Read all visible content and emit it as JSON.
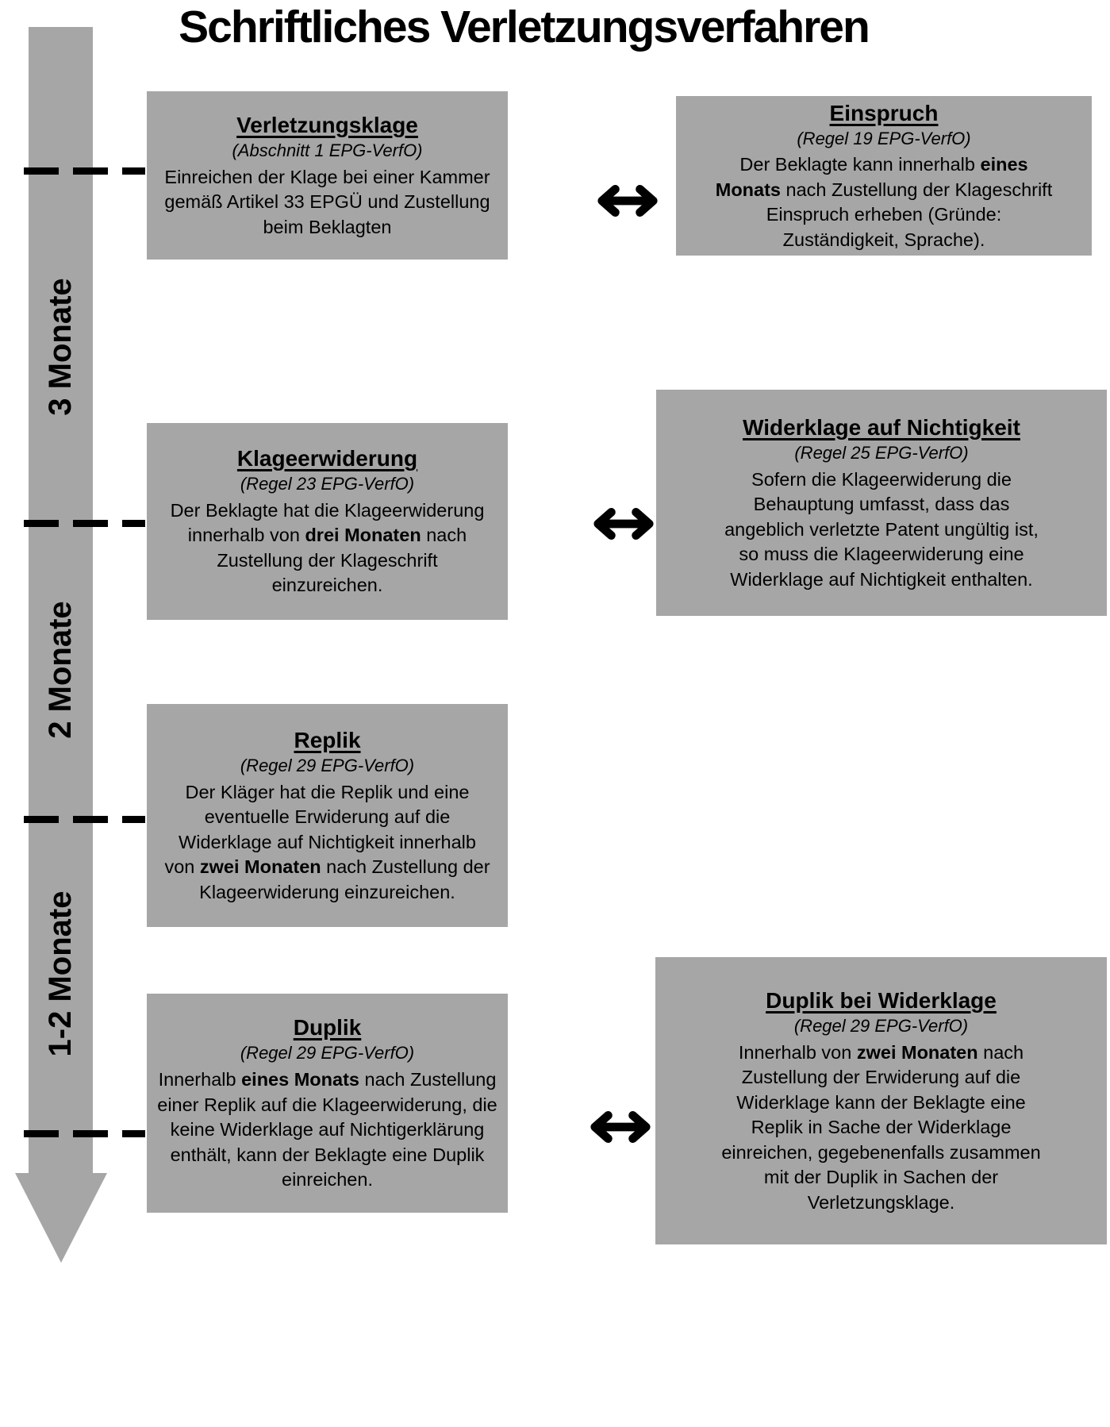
{
  "title": "Schriftliches Verletzungsverfahren",
  "colors": {
    "box_gray": "#a6a6a6",
    "text_black": "#000000",
    "background": "#ffffff"
  },
  "icons": {
    "double_arrow_glyph": "↔",
    "timeline_arrow_direction": "down"
  },
  "timeline": {
    "labels": [
      "3 Monate",
      "2 Monate",
      "1-2 Monate"
    ]
  },
  "boxes": {
    "verletzungsklage": {
      "title": "Verletzungsklage",
      "rule": "(Abschnitt 1 EPG-VerfO)",
      "body": [
        {
          "t": "Einreichen der Klage bei einer Kammer"
        },
        {
          "br": true
        },
        {
          "t": "gemäß Artikel 33 EPGÜ und Zustellung"
        },
        {
          "br": true
        },
        {
          "t": "beim Beklagten"
        }
      ]
    },
    "einspruch": {
      "title": "Einspruch",
      "rule": "(Regel 19 EPG-VerfO)",
      "body": [
        {
          "t": "Der Beklagte kann innerhalb "
        },
        {
          "t": "eines",
          "b": true
        },
        {
          "br": true
        },
        {
          "t": "Monats",
          "b": true
        },
        {
          "t": " nach Zustellung der Klageschrift"
        },
        {
          "br": true
        },
        {
          "t": "Einspruch erheben (Gründe:"
        },
        {
          "br": true
        },
        {
          "t": "Zuständigkeit, Sprache)."
        }
      ]
    },
    "klageerwiderung": {
      "title": "Klageerwiderung",
      "rule": "(Regel 23 EPG-VerfO)",
      "body": [
        {
          "t": "Der Beklagte hat die Klageerwiderung"
        },
        {
          "br": true
        },
        {
          "t": "innerhalb von "
        },
        {
          "t": "drei Monaten",
          "b": true
        },
        {
          "t": " nach"
        },
        {
          "br": true
        },
        {
          "t": "Zustellung der Klageschrift"
        },
        {
          "br": true
        },
        {
          "t": "einzureichen."
        }
      ]
    },
    "widerklage_nichtigkeit": {
      "title": "Widerklage auf Nichtigkeit",
      "rule": "(Regel 25 EPG-VerfO)",
      "body": [
        {
          "t": "Sofern die Klageerwiderung die"
        },
        {
          "br": true
        },
        {
          "t": "Behauptung umfasst, dass das"
        },
        {
          "br": true
        },
        {
          "t": "angeblich verletzte Patent ungültig ist,"
        },
        {
          "br": true
        },
        {
          "t": "so muss die Klageerwiderung eine"
        },
        {
          "br": true
        },
        {
          "t": "Widerklage auf Nichtigkeit enthalten."
        }
      ]
    },
    "replik": {
      "title": "Replik",
      "rule": "(Regel 29 EPG-VerfO)",
      "body": [
        {
          "t": "Der Kläger hat die Replik und eine"
        },
        {
          "br": true
        },
        {
          "t": "eventuelle Erwiderung auf die"
        },
        {
          "br": true
        },
        {
          "t": "Widerklage auf Nichtigkeit innerhalb"
        },
        {
          "br": true
        },
        {
          "t": "von "
        },
        {
          "t": "zwei Monaten",
          "b": true
        },
        {
          "t": " nach Zustellung der"
        },
        {
          "br": true
        },
        {
          "t": "Klageerwiderung einzureichen."
        }
      ]
    },
    "duplik": {
      "title": "Duplik",
      "rule": "(Regel 29 EPG-VerfO)",
      "body": [
        {
          "t": "Innerhalb "
        },
        {
          "t": "eines Monats",
          "b": true
        },
        {
          "t": " nach Zustellung"
        },
        {
          "br": true
        },
        {
          "t": "einer Replik auf die Klageerwiderung, die"
        },
        {
          "br": true
        },
        {
          "t": "keine Widerklage auf Nichtigerklärung"
        },
        {
          "br": true
        },
        {
          "t": "enthält, kann der Beklagte eine Duplik"
        },
        {
          "br": true
        },
        {
          "t": "einreichen."
        }
      ]
    },
    "duplik_bei_widerklage": {
      "title": "Duplik bei Widerklage",
      "rule": "(Regel 29 EPG-VerfO)",
      "body": [
        {
          "t": "Innerhalb von "
        },
        {
          "t": "zwei Monaten",
          "b": true
        },
        {
          "t": " nach"
        },
        {
          "br": true
        },
        {
          "t": "Zustellung der Erwiderung auf die"
        },
        {
          "br": true
        },
        {
          "t": "Widerklage kann der Beklagte eine"
        },
        {
          "br": true
        },
        {
          "t": "Replik in Sache der Widerklage"
        },
        {
          "br": true
        },
        {
          "t": "einreichen, gegebenenfalls zusammen"
        },
        {
          "br": true
        },
        {
          "t": "mit der Duplik in Sachen der"
        },
        {
          "br": true
        },
        {
          "t": "Verletzungsklage."
        }
      ]
    }
  }
}
